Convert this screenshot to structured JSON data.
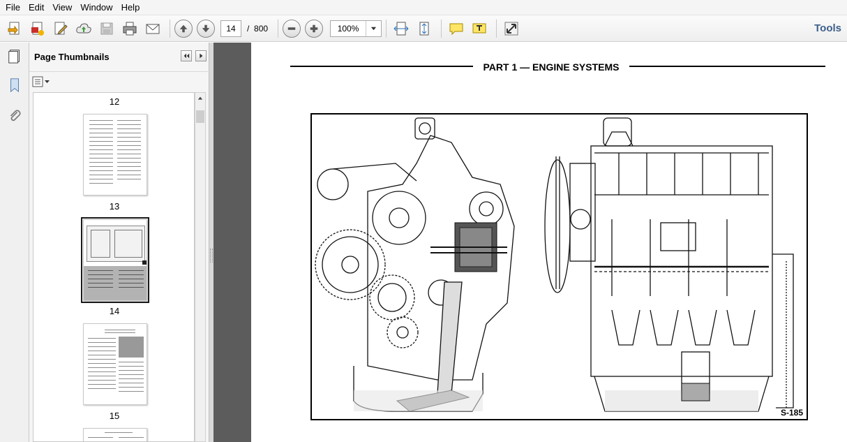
{
  "menu": [
    "File",
    "Edit",
    "View",
    "Window",
    "Help"
  ],
  "toolbar": {
    "page_current": "14",
    "page_separator": "/",
    "page_total": "800",
    "zoom_value": "100%",
    "tools_label": "Tools"
  },
  "panel": {
    "title": "Page Thumbnails"
  },
  "thumbnails": [
    {
      "label": "12"
    },
    {
      "label": "13"
    },
    {
      "label": "14"
    },
    {
      "label": "15"
    }
  ],
  "document": {
    "header": "PART 1 — ENGINE SYSTEMS",
    "figure_label": "S-185"
  },
  "colors": {
    "accent_link": "#3d5f8a",
    "doc_background": "#5c5c5c"
  }
}
